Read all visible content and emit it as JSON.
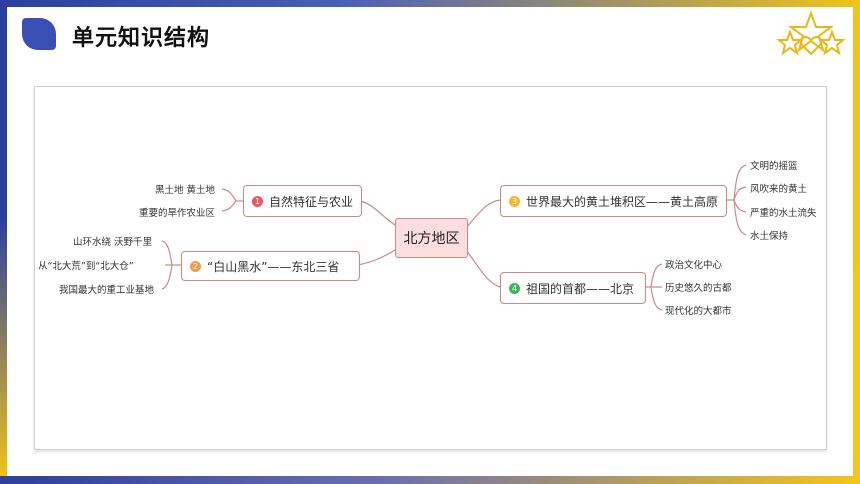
{
  "page_title": "单元知识结构",
  "mindmap": {
    "center": "北方地区",
    "branches": [
      {
        "num": "1",
        "color": "#ef5465",
        "label": "自然特征与农业",
        "leaves": [
          "黑土地  黄土地",
          "重要的旱作农业区"
        ]
      },
      {
        "num": "2",
        "color": "#f59b45",
        "label": "“白山黑水”——东北三省",
        "leaves": [
          "山环水绕  沃野千里",
          "从“北大荒”到“北大仓”",
          "我国最大的重工业基地"
        ]
      },
      {
        "num": "3",
        "color": "#f2b633",
        "label": "世界最大的黄土堆积区——黄土高原",
        "leaves": [
          "文明的摇篮",
          "风吹来的黄土",
          "严重的水土流失",
          "水土保持"
        ]
      },
      {
        "num": "4",
        "color": "#3fb65a",
        "label": "祖国的首都——北京",
        "leaves": [
          "政治文化中心",
          "历史悠久的古都",
          "现代化的大都市"
        ]
      }
    ]
  },
  "colors": {
    "line": "#c98a86",
    "center_fill": "#fcdede",
    "accent": "#3a4fb3",
    "gold": "#f5c518"
  },
  "icons": {
    "title_mark": "rounded-leaf-shape",
    "decoration": "stars-and-heart-badge-icon"
  }
}
